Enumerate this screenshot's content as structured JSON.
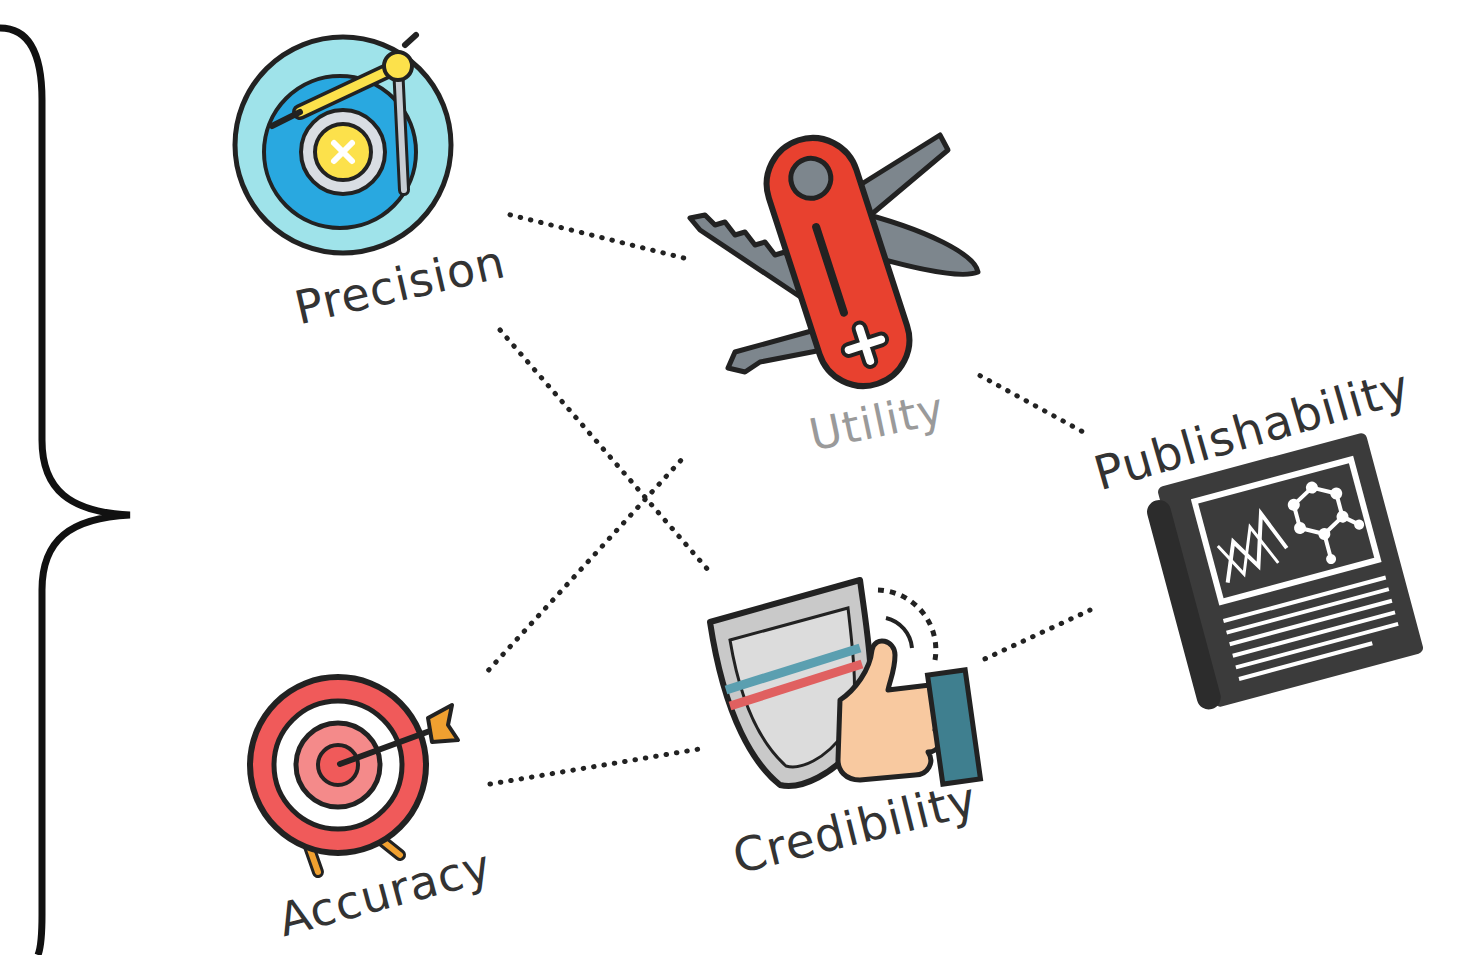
{
  "diagram": {
    "nodes": [
      {
        "text": [
          "Precision"
        ]
      },
      {
        "text": [
          "Utility"
        ]
      },
      {
        "text": [
          "Publishability"
        ]
      },
      {
        "text": [
          "Credibility"
        ]
      },
      {
        "text": [
          "Accuracy"
        ]
      }
    ],
    "edges": [
      {
        "from": 0,
        "to": 1,
        "arrow": "none"
      },
      {
        "from": 0,
        "to": 3,
        "arrow": "none"
      },
      {
        "from": 4,
        "to": 1,
        "arrow": "none"
      },
      {
        "from": 4,
        "to": 3,
        "arrow": "none"
      },
      {
        "from": 1,
        "to": 2,
        "arrow": "none"
      },
      {
        "from": 3,
        "to": 2,
        "arrow": "none"
      }
    ]
  }
}
